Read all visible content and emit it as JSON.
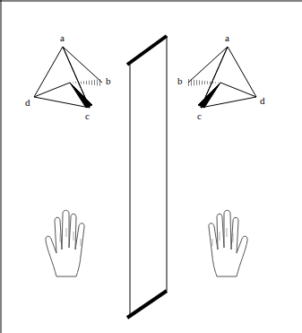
{
  "diagram": {
    "labels": [
      "a",
      "b",
      "c",
      "d",
      "a",
      "b",
      "c",
      "d"
    ]
  }
}
